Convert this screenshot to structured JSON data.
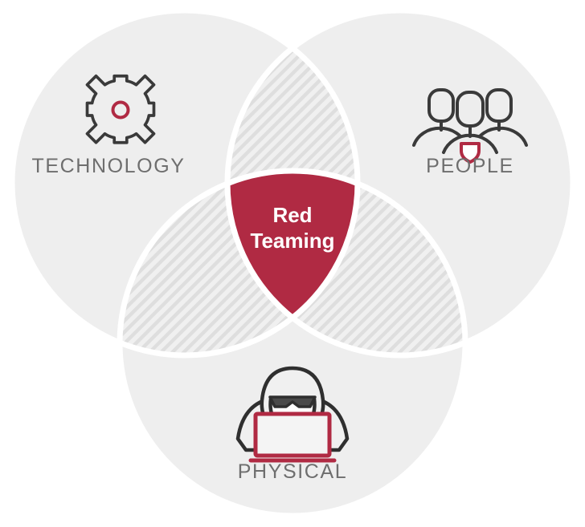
{
  "diagram": {
    "type": "venn-3-circle",
    "title": "Red Teaming",
    "background_color": "#ffffff",
    "circle_fill": "#eeeeee",
    "circle_stroke": "#ffffff",
    "hatch_color": "#dedede",
    "accent_color": "#b02a43",
    "label_color": "#6e6e6e",
    "center": {
      "label_line_1": "Red",
      "label_line_2": "Teaming",
      "fill": "#b02a43",
      "text_color": "#ffffff",
      "shape": "shield"
    },
    "sets": [
      {
        "id": "technology",
        "label": "TECHNOLOGY",
        "icon": "gear-icon",
        "icon_accent": "#b02a43",
        "position": "top-left"
      },
      {
        "id": "people",
        "label": "PEOPLE",
        "icon": "people-group-icon",
        "icon_accent": "#b02a43",
        "position": "top-right"
      },
      {
        "id": "physical",
        "label": "PHYSICAL",
        "icon": "hooded-hacker-laptop-icon",
        "icon_accent": "#b02a43",
        "position": "bottom"
      }
    ],
    "intersections": [
      {
        "id": "technology-people",
        "style": "diagonal-hatch"
      },
      {
        "id": "technology-physical",
        "style": "diagonal-hatch"
      },
      {
        "id": "people-physical",
        "style": "diagonal-hatch"
      },
      {
        "id": "all-three",
        "style": "solid-crimson"
      }
    ]
  }
}
